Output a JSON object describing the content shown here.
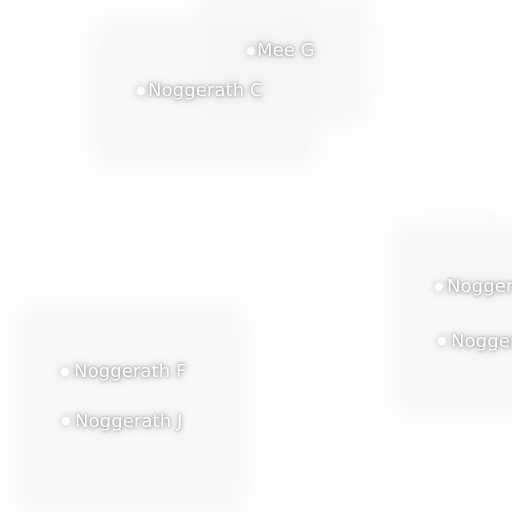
{
  "map": {
    "labels": [
      "Mee G",
      "Noggerath C",
      "Noggerath",
      "Noggerath",
      "Noggerath F",
      "Noggerath J"
    ]
  }
}
